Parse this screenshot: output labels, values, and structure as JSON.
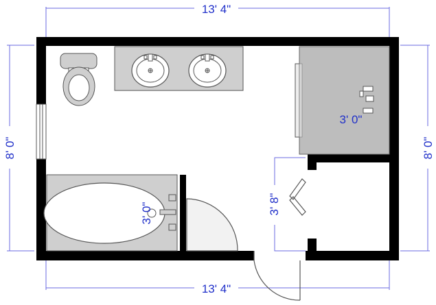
{
  "colors": {
    "wall": "#000000",
    "dimension": "#6a6ae0",
    "dimension_text": "#1f2fc9",
    "fixture_fill": "#cfcfcf",
    "shower_fill": "#bdbdbd",
    "fixture_stroke": "#555555"
  },
  "dimensions": {
    "top_width": "13' 4\"",
    "bottom_width": "13' 4\"",
    "left_height": "8' 0\"",
    "right_height": "8' 0\"",
    "shower_width": "3' 0\"",
    "closet_depth": "3' 8\"",
    "tub_width": "3' 0\""
  },
  "fixtures": [
    "toilet",
    "double-vanity",
    "shower",
    "bathtub",
    "window",
    "door",
    "swing-door"
  ]
}
